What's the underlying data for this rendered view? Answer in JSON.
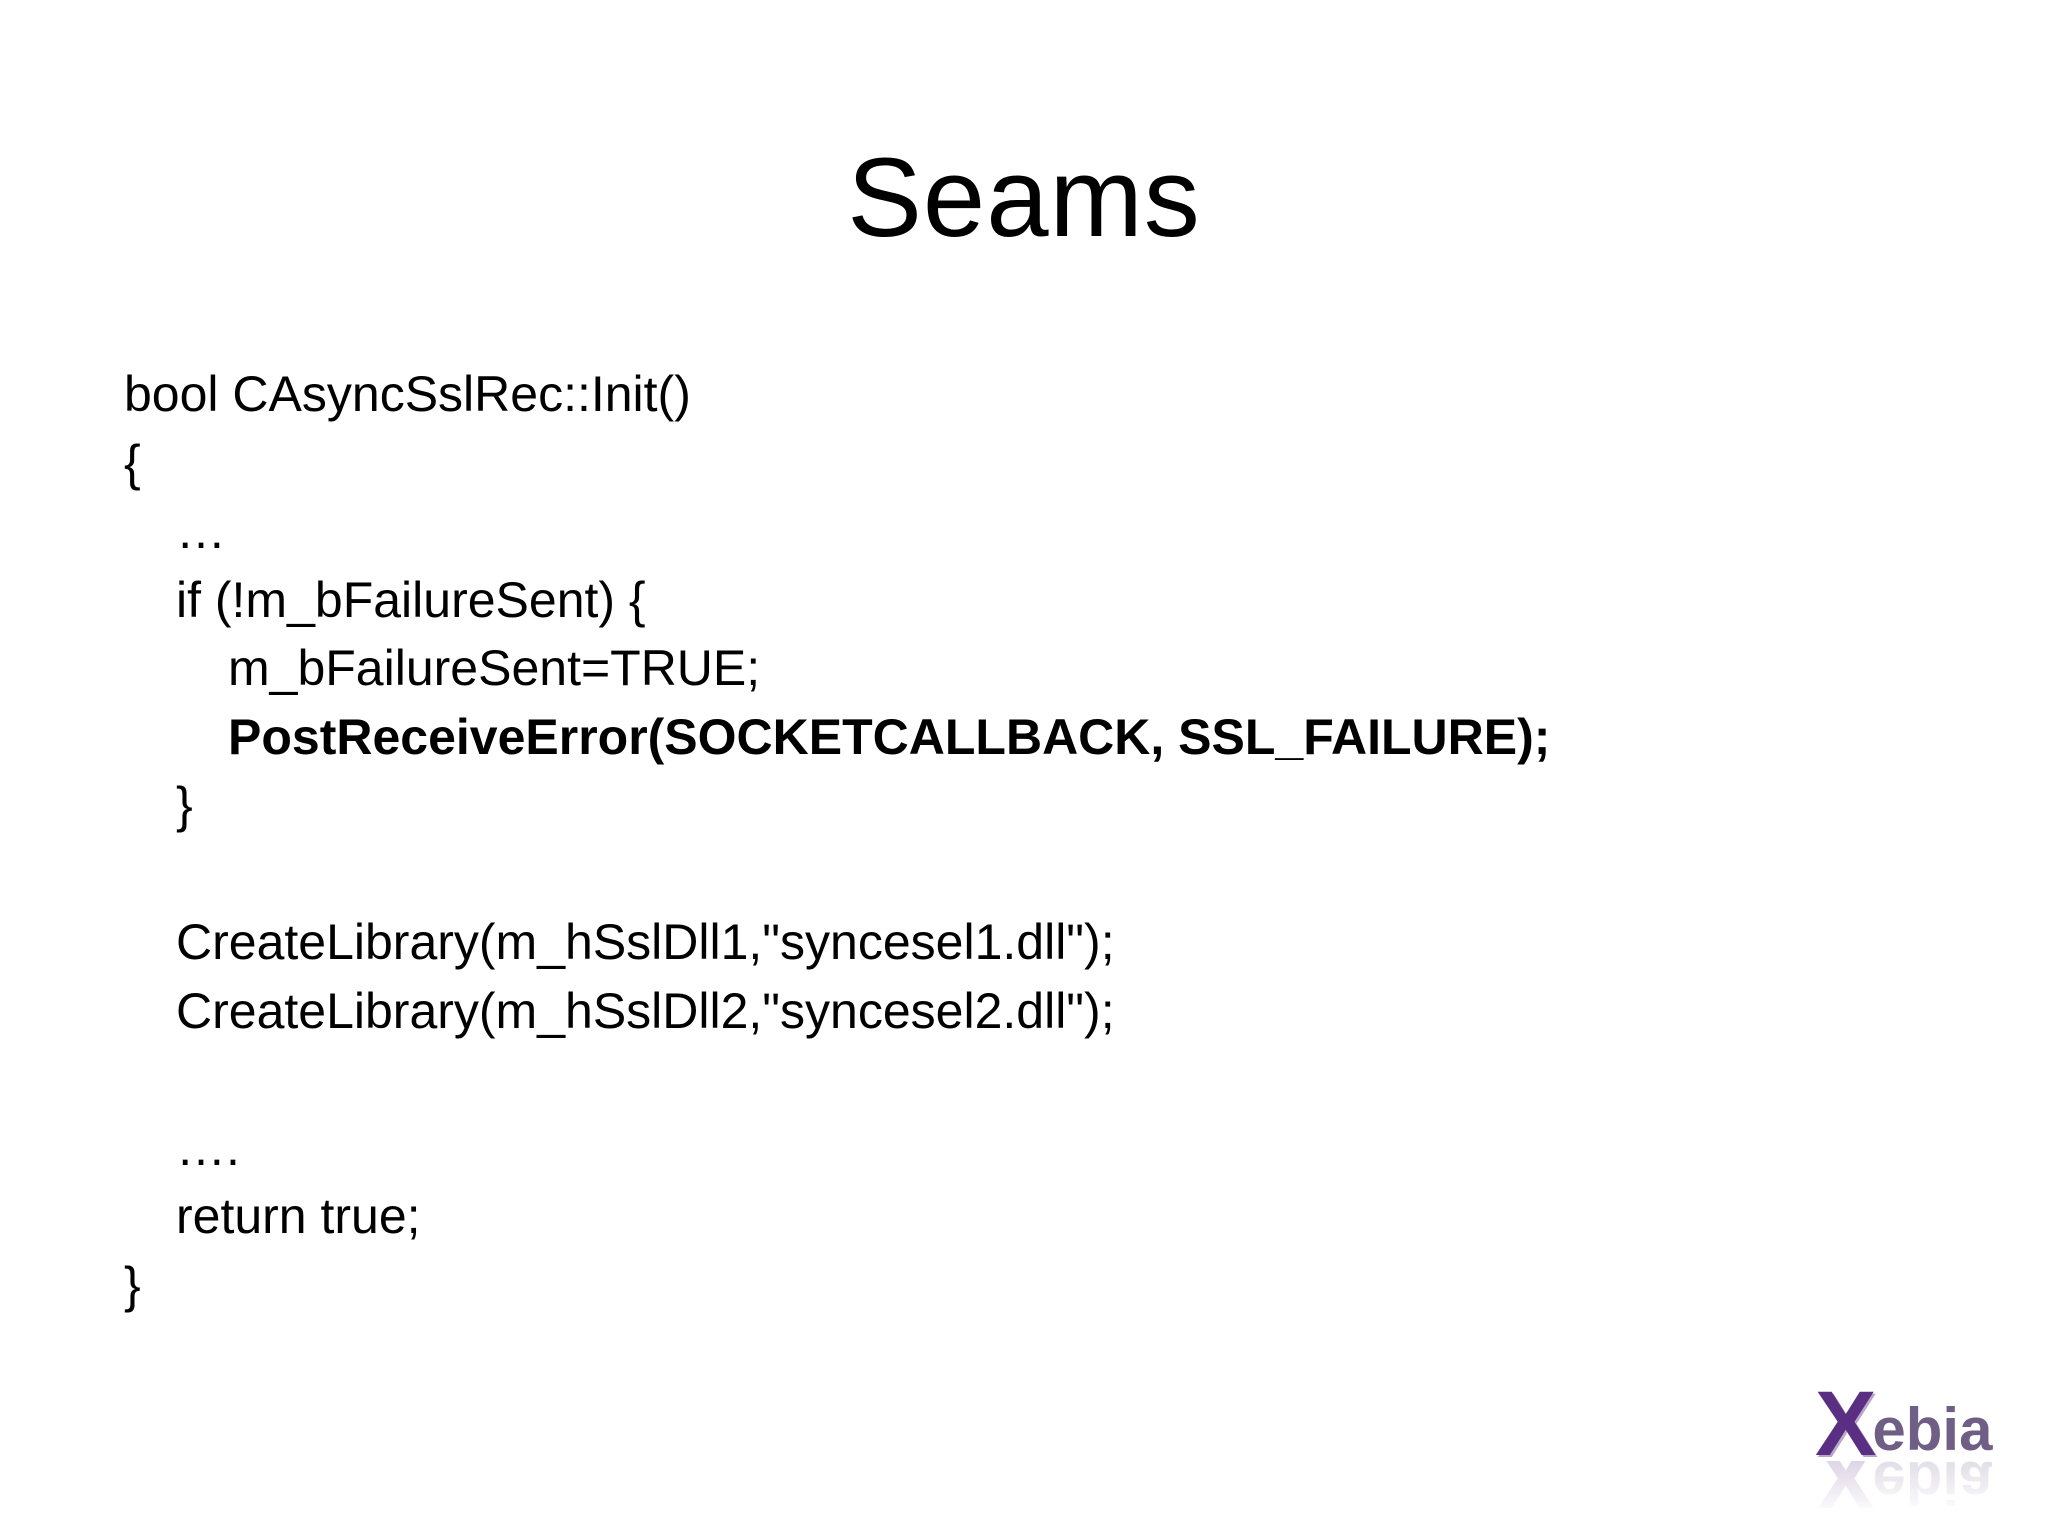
{
  "slide": {
    "title": "Seams",
    "code_lines": [
      "bool CAsyncSslRec::Init()",
      "{",
      "…",
      "if (!m_bFailureSent) {",
      "m_bFailureSent=TRUE;",
      "PostReceiveError(SOCKETCALLBACK, SSL_FAILURE);",
      "}",
      "",
      "CreateLibrary(m_hSslDll1,\"syncesel1.dll\");",
      "CreateLibrary(m_hSslDll2,\"syncesel2.dll\");",
      "",
      "….",
      "return true;",
      "}"
    ]
  },
  "logo": {
    "text_initial": "X",
    "text_rest": "ebia",
    "brand_color": "#5a2e83",
    "secondary_color": "#6f5f86"
  }
}
